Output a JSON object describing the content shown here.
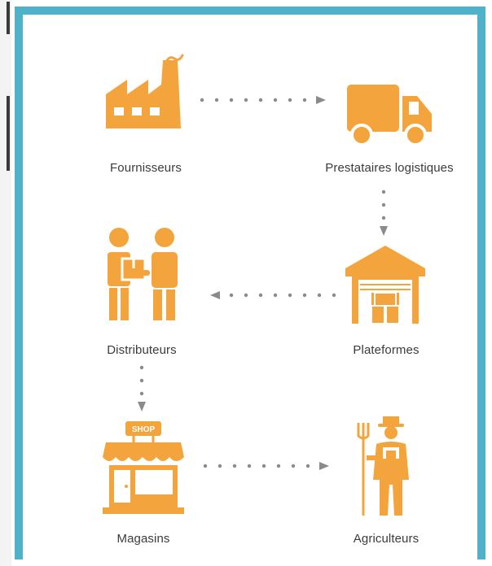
{
  "accent_color": "#f4a43c",
  "frame_color": "#4fb2c9",
  "nodes": {
    "fournisseurs": {
      "label": "Fournisseurs",
      "icon": "factory-icon"
    },
    "prestataires": {
      "label": "Prestataires logistiques",
      "icon": "delivery-truck-icon"
    },
    "distributeurs": {
      "label": "Distributeurs",
      "icon": "people-package-icon"
    },
    "plateformes": {
      "label": "Plateformes",
      "icon": "warehouse-icon"
    },
    "magasins": {
      "label": "Magasins",
      "icon": "shop-icon"
    },
    "agriculteurs": {
      "label": "Agriculteurs",
      "icon": "farmer-icon"
    }
  },
  "shop_sign": "SHOP",
  "flow": [
    [
      "Fournisseurs",
      "Prestataires logistiques"
    ],
    [
      "Prestataires logistiques",
      "Plateformes"
    ],
    [
      "Plateformes",
      "Distributeurs"
    ],
    [
      "Distributeurs",
      "Magasins"
    ],
    [
      "Magasins",
      "Agriculteurs"
    ]
  ]
}
